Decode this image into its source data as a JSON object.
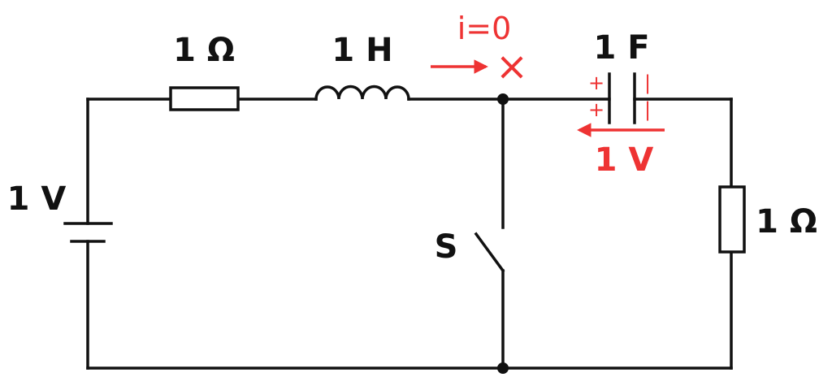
{
  "components": {
    "resistor_top": {
      "label": "1 Ω"
    },
    "inductor": {
      "label": "1 H"
    },
    "capacitor": {
      "label": "1 F"
    },
    "battery": {
      "label": "1 V"
    },
    "resistor_right": {
      "label": "1 Ω"
    },
    "switch": {
      "label": "S"
    }
  },
  "annotations": {
    "current": "i=0",
    "cross": "×",
    "cap_plus": "+",
    "cap_minus": "|",
    "cap_voltage": "1 V"
  },
  "colors": {
    "wire": "#111111",
    "annotation": "#ee3333"
  }
}
